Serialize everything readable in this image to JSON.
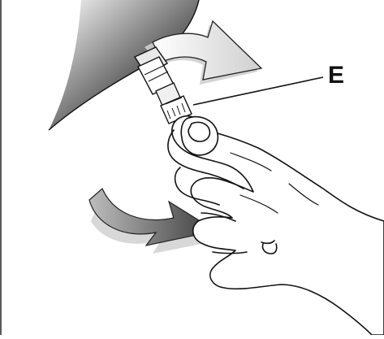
{
  "figure": {
    "callout_label": "E",
    "colors": {
      "ink": "#111111",
      "shadow_dark": "#5e5e5e",
      "shadow_light": "#d6d6d6",
      "arrow_fill": "#ffffff",
      "background": "#ffffff"
    },
    "icons": [
      "rotate-arrow-icon",
      "rotate-arrow-icon",
      "hand-illustration",
      "valve-stem",
      "valve-cap"
    ]
  }
}
